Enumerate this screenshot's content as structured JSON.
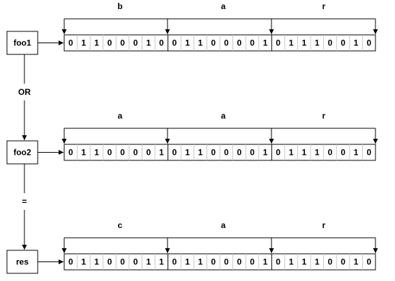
{
  "variables": [
    {
      "name": "foo1",
      "chars": [
        "b",
        "a",
        "r"
      ],
      "bits": [
        "0",
        "1",
        "1",
        "0",
        "0",
        "0",
        "1",
        "0",
        "0",
        "1",
        "1",
        "0",
        "0",
        "0",
        "0",
        "1",
        "0",
        "1",
        "1",
        "1",
        "0",
        "0",
        "1",
        "0"
      ]
    },
    {
      "name": "foo2",
      "chars": [
        "a",
        "a",
        "r"
      ],
      "bits": [
        "0",
        "1",
        "1",
        "0",
        "0",
        "0",
        "0",
        "1",
        "0",
        "1",
        "1",
        "0",
        "0",
        "0",
        "0",
        "1",
        "0",
        "1",
        "1",
        "1",
        "0",
        "0",
        "1",
        "0"
      ]
    },
    {
      "name": "res",
      "chars": [
        "c",
        "a",
        "r"
      ],
      "bits": [
        "0",
        "1",
        "1",
        "0",
        "0",
        "0",
        "1",
        "1",
        "0",
        "1",
        "1",
        "0",
        "0",
        "0",
        "0",
        "1",
        "0",
        "1",
        "1",
        "1",
        "0",
        "0",
        "1",
        "0"
      ]
    }
  ],
  "operators": [
    "OR",
    "="
  ]
}
